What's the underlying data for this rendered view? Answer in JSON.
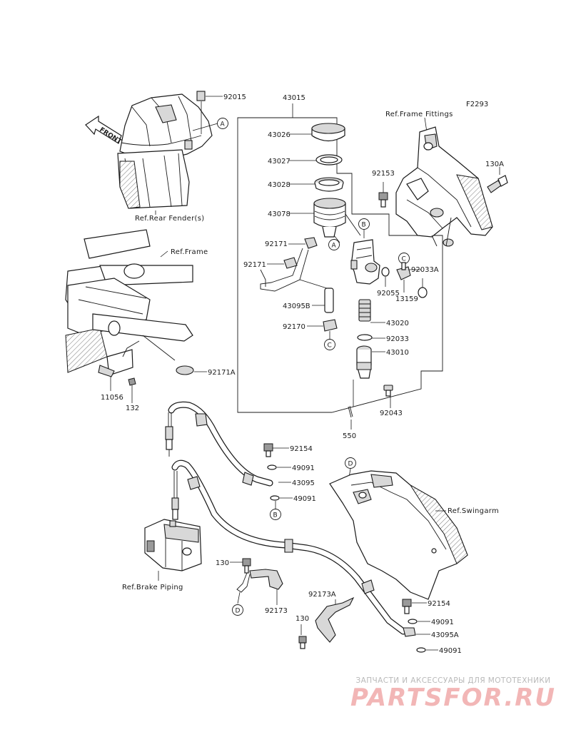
{
  "diagram_code": "F2293",
  "front_label": "FRONT",
  "refs": {
    "rear_fender": "Ref.Rear Fender(s)",
    "frame": "Ref.Frame",
    "frame_fittings": "Ref.Frame Fittings",
    "swingarm": "Ref.Swingarm",
    "brake_piping": "Ref.Brake Piping"
  },
  "parts": {
    "p43015": "43015",
    "p92015": "92015",
    "p43026": "43026",
    "p43027": "43027",
    "p43028": "43028",
    "p43078": "43078",
    "p92153": "92153",
    "p130A": "130A",
    "p92171a": "92171",
    "p92171b": "92171",
    "p43095B": "43095B",
    "p92170": "92170",
    "p92055": "92055",
    "p92033A": "92033A",
    "p13159": "13159",
    "p43020": "43020",
    "p92033": "92033",
    "p43010": "43010",
    "p92043": "92043",
    "p550": "550",
    "p92171A": "92171A",
    "p11056": "11056",
    "p132": "132",
    "p92154a": "92154",
    "p49091a": "49091",
    "p43095": "43095",
    "p49091b": "49091",
    "p130a": "130",
    "p92173": "92173",
    "p92173A": "92173A",
    "p92154b": "92154",
    "p49091c": "49091",
    "p130b": "130",
    "p43095A": "43095A",
    "p49091d": "49091"
  },
  "markers": {
    "a1": "A",
    "a2": "A",
    "b1": "B",
    "b2": "B",
    "c1": "C",
    "c2": "C",
    "d1": "D",
    "d2": "D"
  },
  "watermark": {
    "subtitle": "ЗАПЧАСТИ И АКСЕССУАРЫ ДЛЯ МОТОТЕХНИКИ",
    "logo": "PARTSFOR.RU"
  }
}
